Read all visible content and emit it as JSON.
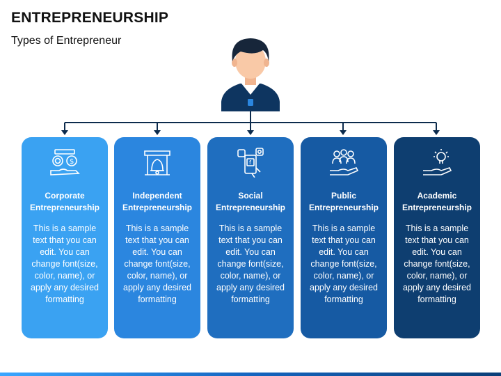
{
  "header": {
    "title": "ENTREPRENEURSHIP",
    "subtitle": "Types of Entrepreneur"
  },
  "colors": {
    "card1": "#3aa2f2",
    "card2": "#2b86df",
    "card3": "#1f6ebf",
    "card4": "#165aa3",
    "card5": "#0e3e70",
    "connector": "#0c2b4d",
    "person_body": "#0e3560",
    "person_skin": "#f9c9a7",
    "person_hair": "#17263a"
  },
  "cards": [
    {
      "heading": "Corporate\nEntrepreneurship",
      "icon": "money-hand-icon",
      "body": "This is a sample text that you can edit. You can change font(size, color, name), or apply any desired formatting"
    },
    {
      "heading": "Independent\nEntrepreneurship",
      "icon": "bell-shop-icon",
      "body": "This is a sample text that you can edit. You can change font(size, color, name), or apply any desired formatting"
    },
    {
      "heading": "Social\nEntrepreneurship",
      "icon": "social-media-phone-icon",
      "body": "This is a sample text that you can edit. You can change font(size, color, name), or apply any desired formatting"
    },
    {
      "heading": "Public\nEntrepreneurship",
      "icon": "people-hand-icon",
      "body": "This is a sample text that you can edit. You can change font(size, color, name), or apply any desired formatting"
    },
    {
      "heading": "Academic\nEntrepreneurship",
      "icon": "lightbulb-hand-icon",
      "body": "This is a sample text that you can edit. You can change font(size, color, name), or apply any desired formatting"
    }
  ]
}
